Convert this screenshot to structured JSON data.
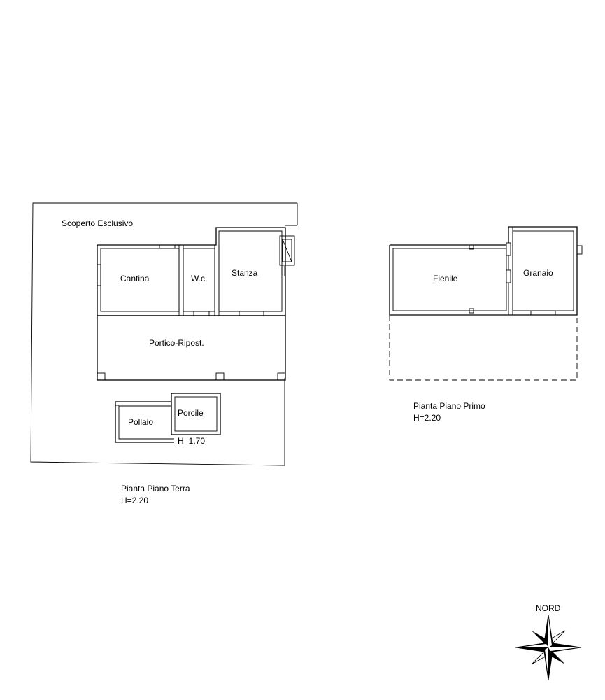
{
  "ground_floor": {
    "outdoor_area": "Scoperto Esclusivo",
    "rooms": {
      "cantina": "Cantina",
      "wc": "W.c.",
      "stanza": "Stanza",
      "portico": "Portico-Ripost.",
      "pollaio": "Pollaio",
      "porcile": "Porcile"
    },
    "porcile_height": "H=1.70",
    "caption_title": "Pianta Piano Terra",
    "caption_height": "H=2.20"
  },
  "first_floor": {
    "rooms": {
      "fienile": "Fienile",
      "granaio": "Granaio"
    },
    "caption_title": "Pianta Piano Primo",
    "caption_height": "H=2.20"
  },
  "compass": {
    "label": "NORD"
  }
}
